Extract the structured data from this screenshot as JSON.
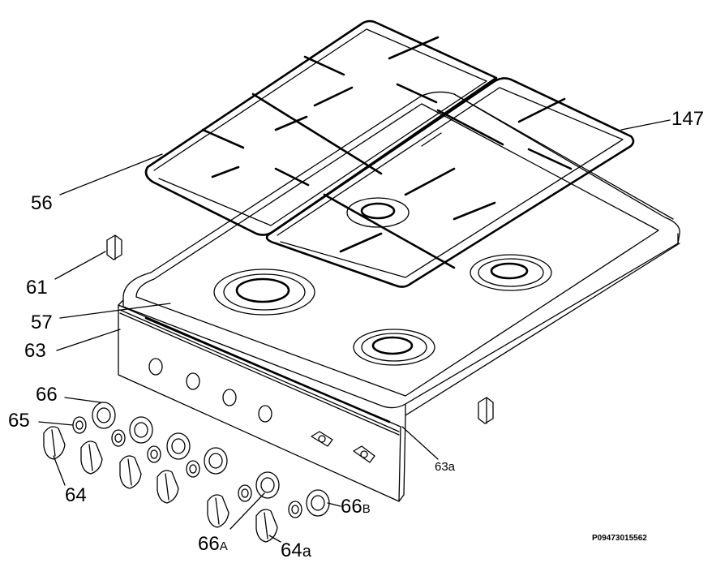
{
  "labels": {
    "l147": "147",
    "l56": "56",
    "l61": "61",
    "l57": "57",
    "l63": "63",
    "l66": "66",
    "l65": "65",
    "l64": "64",
    "l63a": "63a",
    "l66b_num": "66",
    "l66b_sub": "B",
    "l66a_num": "66",
    "l66a_sub": "A",
    "l64a": "64a"
  },
  "reference": "P09473015562",
  "colors": {
    "line": "#000000",
    "background": "#ffffff"
  }
}
